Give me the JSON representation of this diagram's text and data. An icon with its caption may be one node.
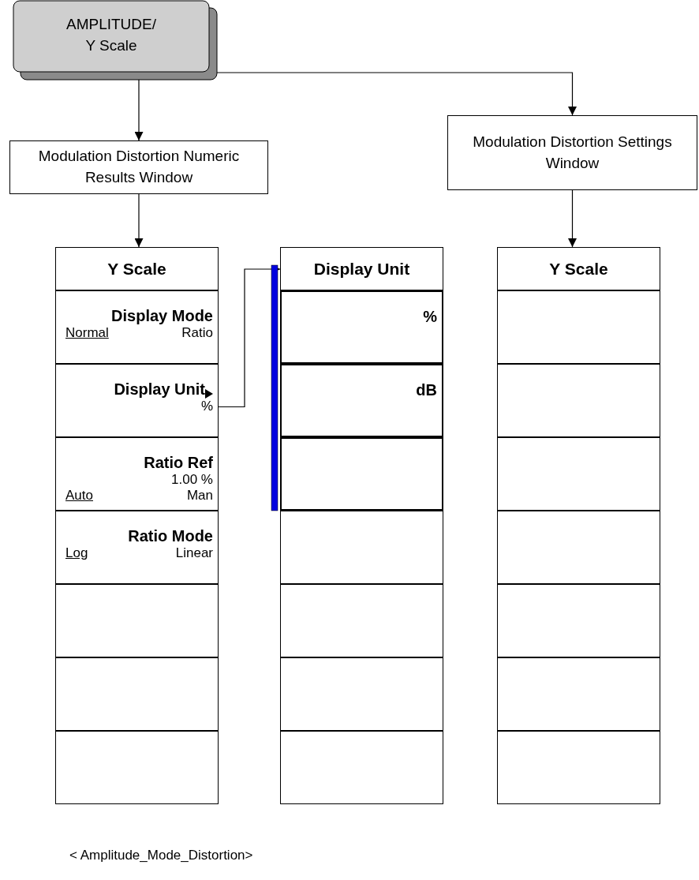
{
  "diagram": {
    "caption": "< Amplitude_Mode_Distortion>",
    "nodes": [
      {
        "text": [
          "AMPLITUDE/ Y Scale"
        ]
      },
      {
        "text": [
          "Modulation Distortion Numeric Results Window"
        ]
      },
      {
        "text": [
          "Modulation Distortion Settings Window"
        ]
      },
      {
        "text": [
          "Y Scale"
        ]
      },
      {
        "text": [
          "Display Mode",
          "Normal",
          "Ratio"
        ]
      },
      {
        "text": [
          "Display Unit",
          "%"
        ]
      },
      {
        "text": [
          "Ratio Ref",
          "1.00 %",
          "Auto",
          "Man"
        ]
      },
      {
        "text": [
          "Ratio Mode",
          "Log",
          "Linear"
        ]
      },
      {
        "text": [],
        "shape": "box"
      },
      {
        "text": [],
        "shape": "box"
      },
      {
        "text": [],
        "shape": "box"
      },
      {
        "text": [
          "Display Unit"
        ]
      },
      {
        "text": [
          "%"
        ]
      },
      {
        "text": [
          "dB"
        ]
      },
      {
        "text": [],
        "shape": "box"
      },
      {
        "text": [],
        "shape": "box"
      },
      {
        "text": [],
        "shape": "box"
      },
      {
        "text": [],
        "shape": "box"
      },
      {
        "text": [],
        "shape": "box"
      },
      {
        "text": [
          "Y Scale"
        ]
      },
      {
        "text": [],
        "shape": "box"
      },
      {
        "text": [],
        "shape": "box"
      },
      {
        "text": [],
        "shape": "box"
      },
      {
        "text": [],
        "shape": "box"
      },
      {
        "text": [],
        "shape": "box"
      },
      {
        "text": [],
        "shape": "box"
      },
      {
        "text": [],
        "shape": "box"
      }
    ],
    "edges": [
      {
        "from": 0,
        "to": 1,
        "arrow": "to"
      },
      {
        "from": 0,
        "to": 2,
        "arrow": "to"
      },
      {
        "from": 1,
        "to": 3,
        "arrow": "to"
      },
      {
        "from": 5,
        "to": 11,
        "arrow": "to"
      },
      {
        "from": 2,
        "to": 19,
        "arrow": "to"
      }
    ]
  }
}
